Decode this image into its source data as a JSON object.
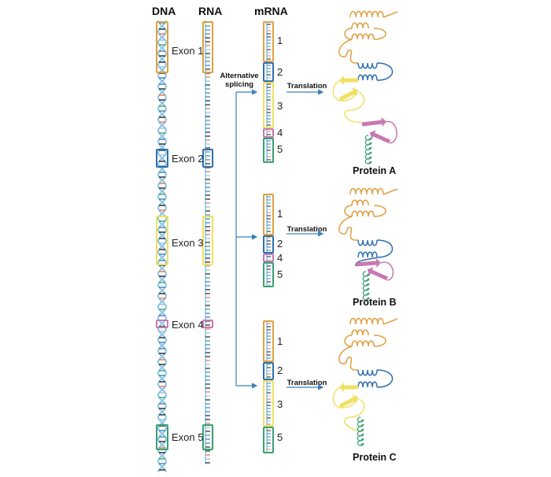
{
  "headers": {
    "dna": "DNA",
    "rna": "RNA",
    "mrna": "mRNA"
  },
  "colors": {
    "exon1": "#e0a040",
    "exon2": "#2e6fb0",
    "exon3": "#f0e060",
    "exon4": "#c878b0",
    "exon5": "#3aa070",
    "strand": "#8ec4e0",
    "arrow": "#3a80b8"
  },
  "dna_exons": [
    {
      "id": "1",
      "label": "Exon 1",
      "color": "exon1"
    },
    {
      "id": "2",
      "label": "Exon 2",
      "color": "exon2"
    },
    {
      "id": "3",
      "label": "Exon 3",
      "color": "exon3"
    },
    {
      "id": "4",
      "label": "Exon 4",
      "color": "exon4"
    },
    {
      "id": "5",
      "label": "Exon 5",
      "color": "exon5"
    }
  ],
  "splicing_label": {
    "line1": "Alternative",
    "line2": "splicing"
  },
  "translation_label": "Translation",
  "variants": [
    {
      "protein": "Protein A",
      "exons": [
        "1",
        "2",
        "3",
        "4",
        "5"
      ]
    },
    {
      "protein": "Protein B",
      "exons": [
        "1",
        "2",
        "4",
        "5"
      ]
    },
    {
      "protein": "Protein C",
      "exons": [
        "1",
        "2",
        "3",
        "5"
      ]
    }
  ]
}
